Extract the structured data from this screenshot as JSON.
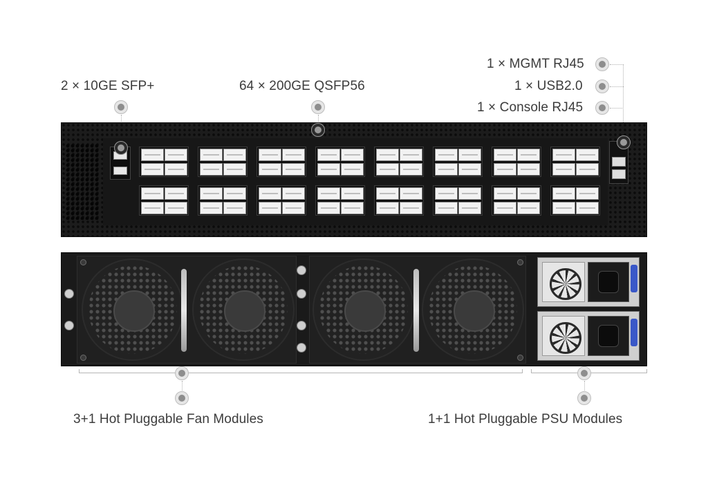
{
  "labels": {
    "sfp": "2 × 10GE  SFP+",
    "qsfp": "64 × 200GE  QSFP56",
    "mgmt": "1 × MGMT RJ45",
    "usb": "1 × USB2.0",
    "console": "1 × Console RJ45",
    "fans": "3+1 Hot Pluggable Fan Modules",
    "psu": "1+1 Hot Pluggable PSU Modules"
  }
}
